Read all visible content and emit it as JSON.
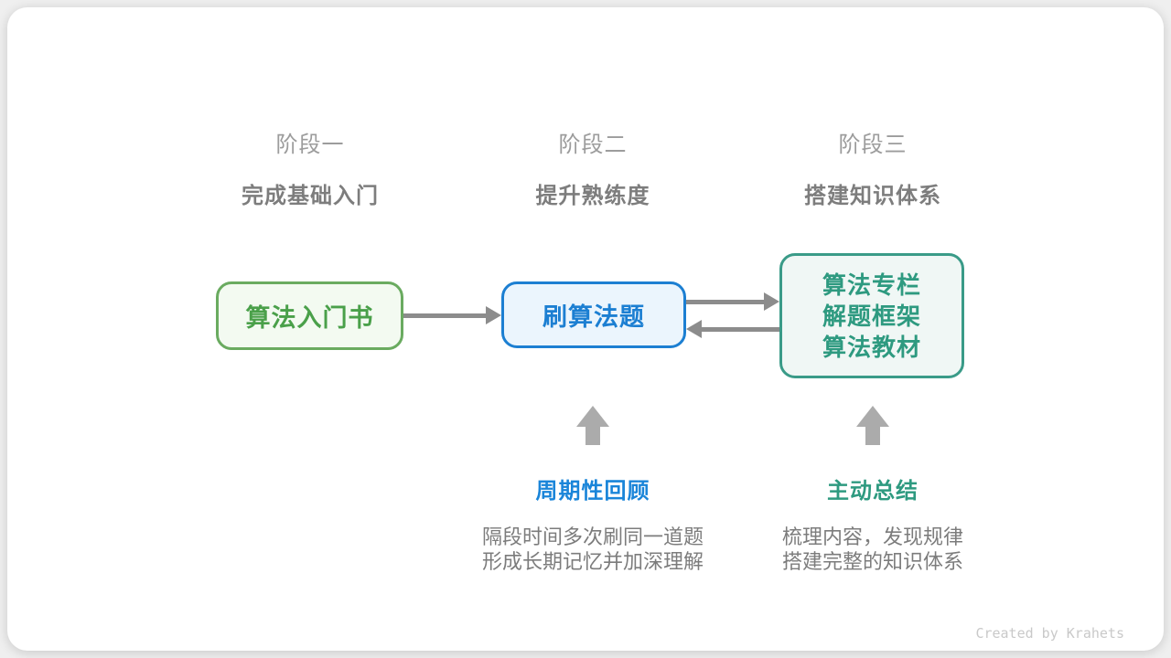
{
  "stages": [
    {
      "label": "阶段一",
      "subtitle": "完成基础入门"
    },
    {
      "label": "阶段二",
      "subtitle": "提升熟练度"
    },
    {
      "label": "阶段三",
      "subtitle": "搭建知识体系"
    }
  ],
  "nodes": {
    "intro_book": {
      "label": "算法入门书"
    },
    "practice": {
      "label": "刷算法题"
    },
    "resources": {
      "lines": [
        "算法专栏",
        "解题框架",
        "算法教材"
      ]
    }
  },
  "annotations": {
    "review": {
      "title": "周期性回顾",
      "desc_line1": "隔段时间多次刷同一道题",
      "desc_line2": "形成长期记忆并加深理解"
    },
    "summarize": {
      "title": "主动总结",
      "desc_line1": "梳理内容，发现规律",
      "desc_line2": "搭建完整的知识体系"
    }
  },
  "watermark": "Created by Krahets",
  "colors": {
    "green_border": "#6aab60",
    "green_fill": "#f3faf1",
    "green_text": "#4aa04a",
    "blue_border": "#1c7fd2",
    "blue_fill": "#ebf5fd",
    "blue_text": "#1c7fd2",
    "teal_border": "#3a9b88",
    "teal_fill": "#f0f7f5",
    "teal_text": "#2e9a80",
    "flow_arrow_gray": "#8c8c8c",
    "up_arrow_gray": "#ababab",
    "stage_label_gray": "#9c9c9c",
    "stage_subtitle_gray": "#7d7d7d",
    "description_gray": "#7c7c7c",
    "watermark_gray": "#c9c9c9",
    "card_background": "#ffffff",
    "page_background": "#efefef"
  }
}
